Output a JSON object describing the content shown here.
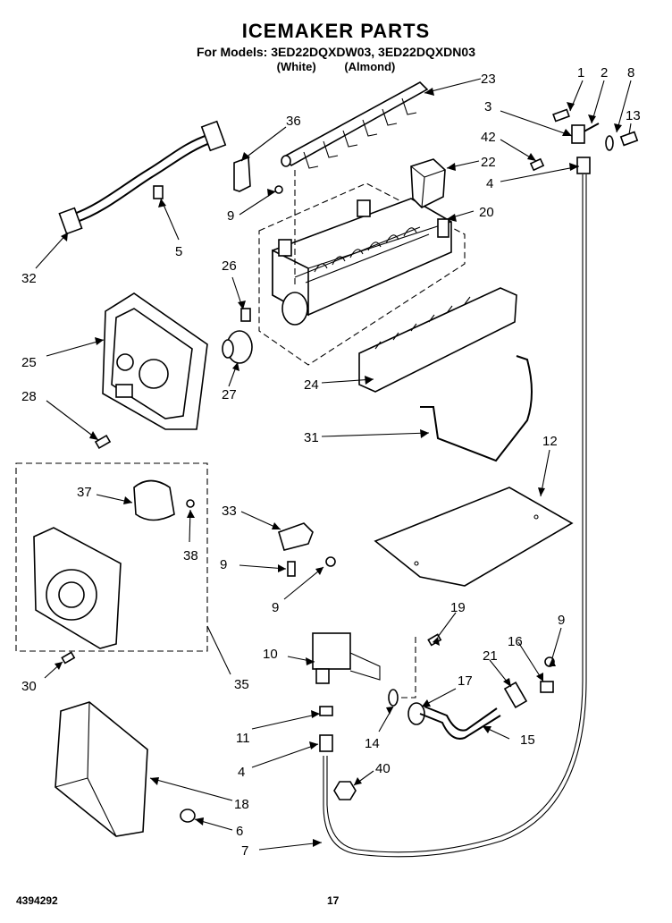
{
  "header": {
    "title": "ICEMAKER PARTS",
    "models": "For Models: 3ED22DQXDW03, 3ED22DQXDN03",
    "color_white": "(White)",
    "color_almond": "(Almond)"
  },
  "footer": {
    "doc_number": "4394292",
    "page_number": "17"
  },
  "labels": [
    "1",
    "2",
    "8",
    "3",
    "13",
    "42",
    "22",
    "4",
    "23",
    "36",
    "9",
    "20",
    "5",
    "32",
    "26",
    "25",
    "27",
    "24",
    "28",
    "31",
    "12",
    "37",
    "38",
    "33",
    "9",
    "35",
    "9",
    "30",
    "19",
    "9",
    "10",
    "16",
    "21",
    "17",
    "11",
    "14",
    "15",
    "4",
    "40",
    "18",
    "6",
    "7"
  ]
}
